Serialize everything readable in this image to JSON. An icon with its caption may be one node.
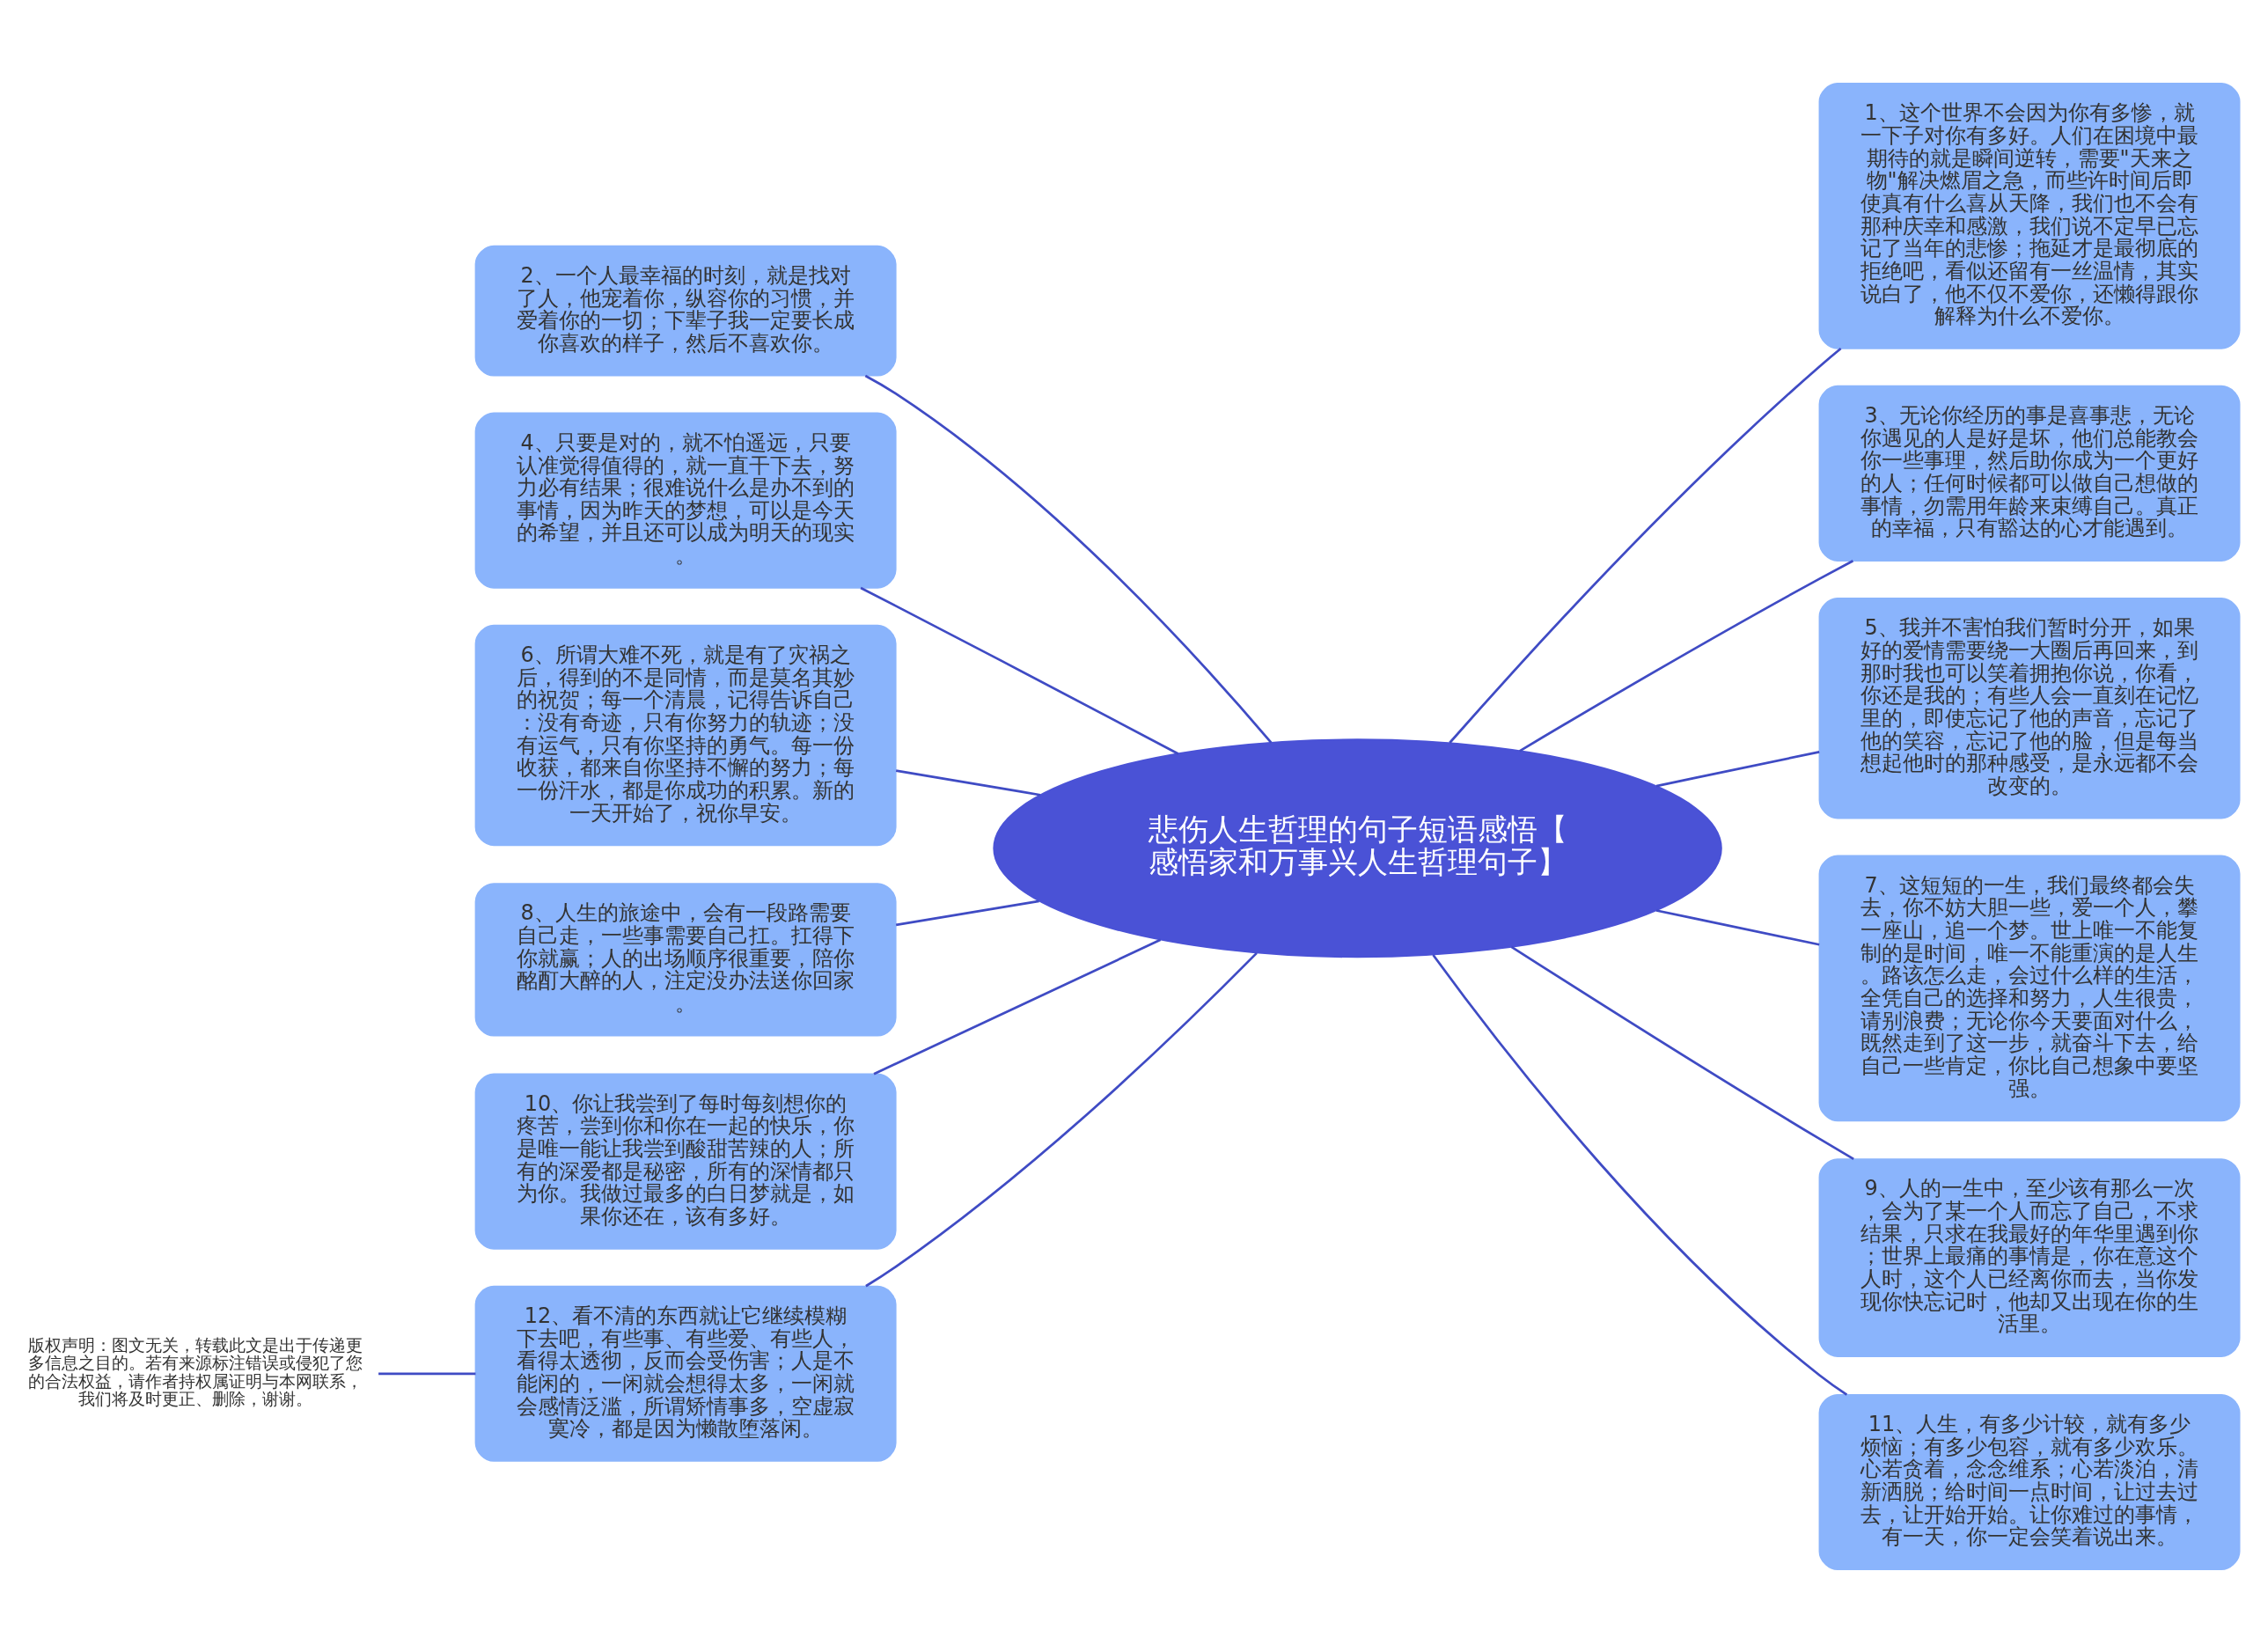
{
  "diagram": {
    "nodes": [
      {
        "text": [
          "悲伤人生哲理的句子短语感悟【感悟家和万事兴人生哲理句子】"
        ]
      },
      {
        "text": [
          "1、这个世界不会因为你有多惨，就一下子对你有多好。人们在困境中最期待的就是瞬间逆转，需要\"天来之物\"解决燃眉之急，而些许时间后即使真有什么喜从天降，我们也不会有那种庆幸和感激，我们说不定早已忘记了当年的悲惨；拖延才是最彻底的拒绝吧，看似还留有一丝温情，其实说白了，他不仅不爱你，还懒得跟你解释为什么不爱你。"
        ]
      },
      {
        "text": [
          "2、一个人最幸福的时刻，就是找对了人，他宠着你，纵容你的习惯，并爱着你的一切；下辈子我一定要长成你喜欢的样子，然后不喜欢你。"
        ]
      },
      {
        "text": [
          "3、无论你经历的事是喜事悲，无论你遇见的人是好是坏，他们总能教会你一些事理，然后助你成为一个更好的人；任何时候都可以做自己想做的事情，勿需用年龄来束缚自己。真正的幸福，只有豁达的心才能遇到。"
        ]
      },
      {
        "text": [
          "4、只要是对的，就不怕遥远，只要认准觉得值得的，就一直干下去，努力必有结果；很难说什么是办不到的事情，因为昨天的梦想，可以是今天的希望，并且还可以成为明天的现实。"
        ]
      },
      {
        "text": [
          "5、我并不害怕我们暂时分开，如果好的爱情需要绕一大圈后再回来，到那时我也可以笑着拥抱你说，你看，你还是我的；有些人会一直刻在记忆里的，即使忘记了他的声音，忘记了他的笑容，忘记了他的脸，但是每当想起他时的那种感受，是永远都不会改变的。"
        ]
      },
      {
        "text": [
          "6、所谓大难不死，就是有了灾祸之后，得到的不是同情，而是莫名其妙的祝贺；每一个清晨，记得告诉自己：没有奇迹，只有你努力的轨迹；没有运气，只有你坚持的勇气。每一份收获，都来自你坚持不懈的努力；每一份汗水，都是你成功的积累。新的一天开始了，祝你早安。"
        ]
      },
      {
        "text": [
          "7、这短短的一生，我们最终都会失去，你不妨大胆一些，爱一个人，攀一座山，追一个梦。世上唯一不能复制的是时间，唯一不能重演的是人生。路该怎么走，会过什么样的生活，全凭自己的选择和努力，人生很贵，请别浪费；无论你今天要面对什么，既然走到了这一步，就奋斗下去，给自己一些肯定，你比自己想象中要坚强。"
        ]
      },
      {
        "text": [
          "8、人生的旅途中，会有一段路需要自己走，一些事需要自己扛。扛得下你就赢；人的出场顺序很重要，陪你酩酊大醉的人，注定没办法送你回家。"
        ]
      },
      {
        "text": [
          "9、人的一生中，至少该有那么一次，会为了某一个人而忘了自己，不求结果，只求在我最好的年华里遇到你；世界上最痛的事情是，你在意这个人时，这个人已经离你而去，当你发现你快忘记时，他却又出现在你的生活里。"
        ]
      },
      {
        "text": [
          "10、你让我尝到了每时每刻想你的疼苦，尝到你和你在一起的快乐，你是唯一能让我尝到酸甜苦辣的人；所有的深爱都是秘密，所有的深情都只为你。我做过最多的白日梦就是，如果你还在，该有多好。"
        ]
      },
      {
        "text": [
          "11、人生，有多少计较，就有多少烦恼；有多少包容，就有多少欢乐。心若贪着，念念维系；心若淡泊，清新洒脱；给时间一点时间，让过去过去，让开始开始。让你难过的事情，有一天，你一定会笑着说出来。"
        ]
      },
      {
        "text": [
          "12、看不清的东西就让它继续模糊下去吧，有些事、有些爱、有些人，看得太透彻，反而会受伤害；人是不能闲的，一闲就会想得太多，一闲就会感情泛滥，所谓矫情事多，空虚寂寞冷，都是因为懒散堕落闲。"
        ]
      },
      {
        "text": [
          "版权声明：图文无关，转载此文是出于传递更多信息之目的。若有来源标注错误或侵犯了您的合法权益，请作者持权属证明与本网联系，我们将及时更正、删除，谢谢。"
        ]
      }
    ],
    "edges": [
      {
        "from": 0,
        "to": 1,
        "arrow": "none"
      },
      {
        "from": 0,
        "to": 2,
        "arrow": "none"
      },
      {
        "from": 0,
        "to": 3,
        "arrow": "none"
      },
      {
        "from": 0,
        "to": 4,
        "arrow": "none"
      },
      {
        "from": 0,
        "to": 5,
        "arrow": "none"
      },
      {
        "from": 0,
        "to": 6,
        "arrow": "none"
      },
      {
        "from": 0,
        "to": 7,
        "arrow": "none"
      },
      {
        "from": 0,
        "to": 8,
        "arrow": "none"
      },
      {
        "from": 0,
        "to": 9,
        "arrow": "none"
      },
      {
        "from": 0,
        "to": 10,
        "arrow": "none"
      },
      {
        "from": 0,
        "to": 11,
        "arrow": "none"
      },
      {
        "from": 0,
        "to": 12,
        "arrow": "none"
      },
      {
        "from": 12,
        "to": 13,
        "arrow": "none"
      }
    ]
  }
}
